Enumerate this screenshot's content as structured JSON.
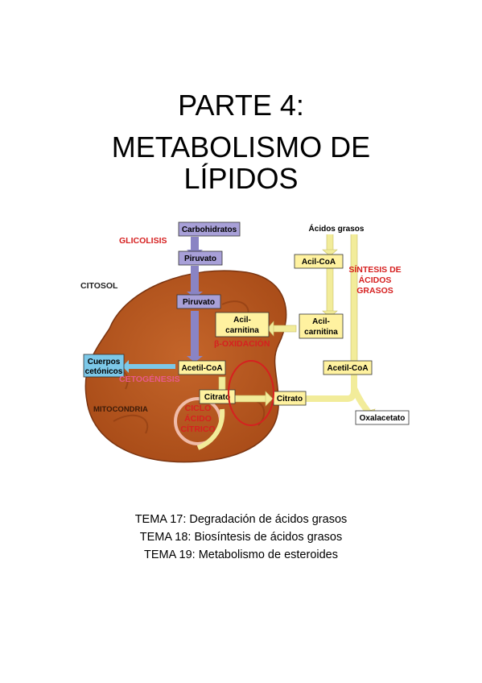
{
  "title": {
    "line1": "PARTE 4:",
    "line2": "METABOLISMO DE",
    "line3": "LÍPIDOS"
  },
  "diagram": {
    "labels": {
      "glicolisis": "GLICOLISIS",
      "citosol": "CITOSOL",
      "mitocondria": "MITOCONDRIA",
      "beta_oxidacion": "β-OXIDACIÓN",
      "cetogenesis": "CETOGÉNESIS",
      "sintesis_line1": "SÍNTESIS DE",
      "sintesis_line2": "ÁCIDOS",
      "sintesis_line3": "GRASOS",
      "ciclo_line1": "CICLO",
      "ciclo_line2": "ÁCIDO",
      "ciclo_line3": "CÍTRICO"
    },
    "boxes": {
      "carbohidratos": "Carbohidratos",
      "piruvato_cyt": "Piruvato",
      "piruvato_mito": "Piruvato",
      "acetil_coa_mito": "Acetil-CoA",
      "cuerpos_line1": "Cuerpos",
      "cuerpos_line2": "cetónicos",
      "acil_carnitina_mito_line1": "Acil-",
      "acil_carnitina_mito_line2": "carnitina",
      "acil_carnitina_cyt_line1": "Acil-",
      "acil_carnitina_cyt_line2": "carnitina",
      "acidos_grasos": "Ácidos grasos",
      "acil_coa": "Acil-CoA",
      "acetil_coa_cyt": "Acetil-CoA",
      "citrato_mito": "Citrato",
      "citrato_cyt": "Citrato",
      "oxalacetato": "Oxalacetato"
    },
    "colors": {
      "mitochondrion": "#b8561e",
      "purple_box": "#a8a0d8",
      "yellow_box": "#fff2a0",
      "blue_box": "#7cc8e8",
      "arrow_yellow": "#f2ec9a",
      "arrow_purple": "#8a84c4",
      "red": "#d62020"
    }
  },
  "topics": [
    "TEMA 17: Degradación de ácidos grasos",
    "TEMA 18: Biosíntesis de ácidos grasos",
    "TEMA 19: Metabolismo de esteroides"
  ]
}
